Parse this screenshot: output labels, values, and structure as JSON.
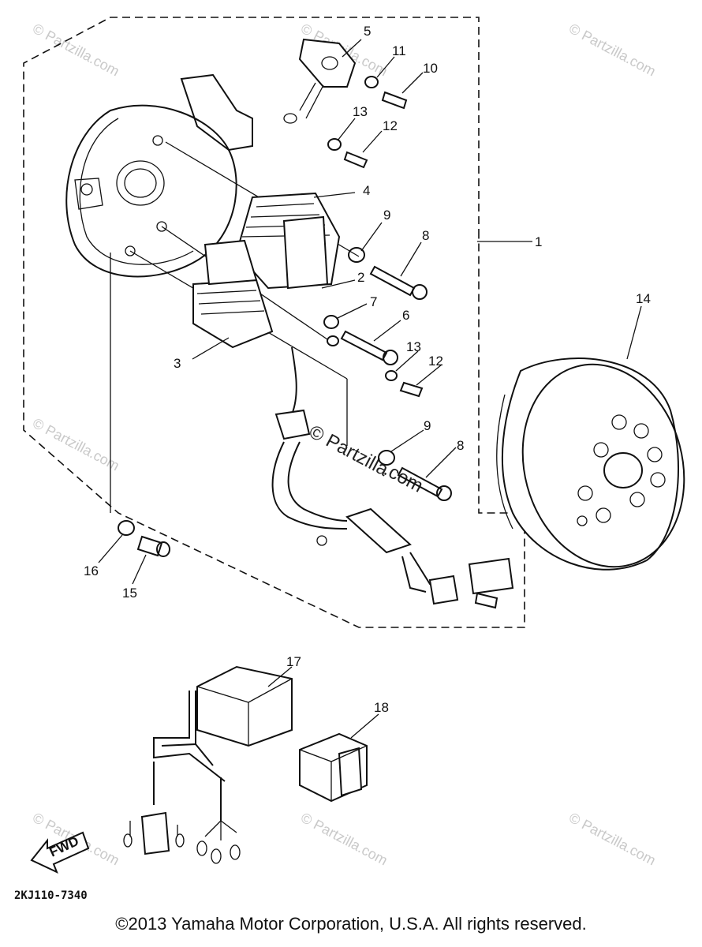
{
  "callouts": {
    "c1": "1",
    "c2": "2",
    "c3": "3",
    "c4": "4",
    "c5": "5",
    "c6": "6",
    "c7": "7",
    "c8a": "8",
    "c8b": "8",
    "c9a": "9",
    "c9b": "9",
    "c10": "10",
    "c11": "11",
    "c12a": "12",
    "c12b": "12",
    "c13a": "13",
    "c13b": "13",
    "c14": "14",
    "c15": "15",
    "c16": "16",
    "c17": "17",
    "c18": "18"
  },
  "fwd_label": "FWD",
  "drawing_code": "2KJ110-7340",
  "watermark": {
    "site": "© Partzilla.com",
    "center_line1": "© Partzilla",
    "center_line2": ".com"
  },
  "copyright": "©2013 Yamaha Motor Corporation, U.S.A. All rights reserved."
}
